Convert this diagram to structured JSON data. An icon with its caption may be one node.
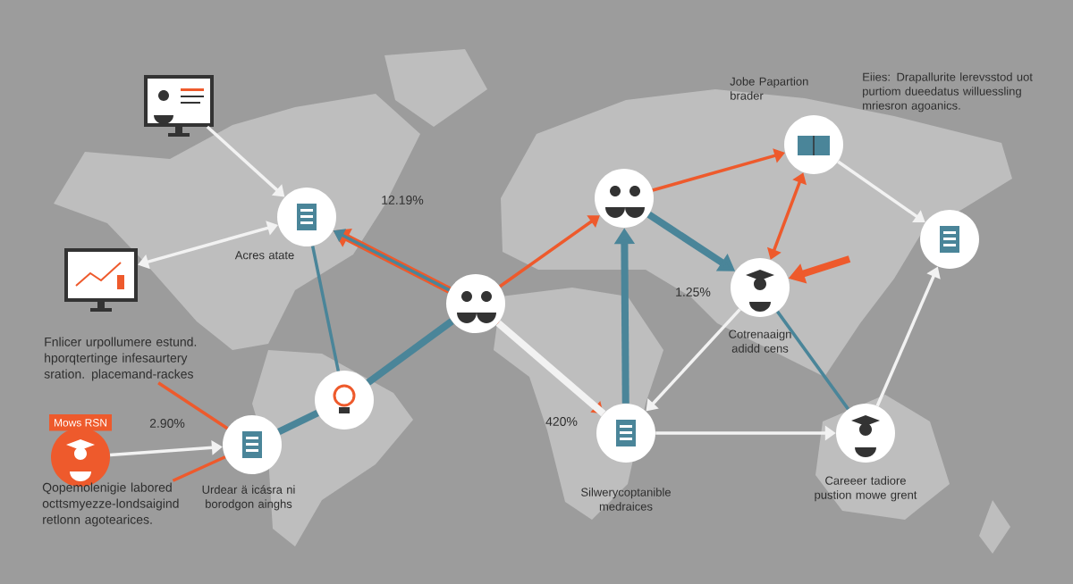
{
  "diagram": {
    "nodes": [
      {
        "text": [],
        "shape": "picture"
      },
      {
        "text": [],
        "shape": "circle",
        "beside": [
          "Acres atate"
        ]
      },
      {
        "text": [],
        "shape": "picture"
      },
      {
        "text": [],
        "shape": "circle"
      },
      {
        "text": [],
        "shape": "circle"
      },
      {
        "text": [],
        "shape": "circle"
      },
      {
        "text": [],
        "shape": "circle"
      },
      {
        "text": [],
        "shape": "circle",
        "beside": [
          "Cotrenaaign adidd cens"
        ]
      },
      {
        "text": [],
        "shape": "circle"
      },
      {
        "text": [],
        "shape": "circle",
        "beside": [
          "Urdear ä icásra ni borodgon ainghs"
        ]
      },
      {
        "text": [
          "Mows RSN"
        ]
      },
      {
        "text": [],
        "shape": "circle",
        "beside": [
          "Silwerycoptanible medraices"
        ]
      },
      {
        "text": [],
        "shape": "circle",
        "beside": [
          "Careeer tadiore pustion mowe grent"
        ]
      },
      {
        "text": [
          "Fnlicer urpollumere estund. hporqtertinge infesaurtery sration. placemand-rackes"
        ]
      },
      {
        "text": [
          "Qopemolenigie labored octtsmyezze-londsaigind retlonn agotearices."
        ]
      }
    ],
    "edges": [
      {
        "from": 0,
        "to": 1,
        "arrow": "to",
        "color": "#f2f2f2"
      },
      {
        "from": 1,
        "to": 2,
        "arrow": "both",
        "color": "#f2f2f2"
      },
      {
        "from": 3,
        "to": 1,
        "arrow": "to",
        "style": "thick",
        "color": "#ee5a2c"
      },
      {
        "from": 3,
        "to": 1,
        "arrow": "to",
        "color": "#4a8599"
      },
      {
        "from": 1,
        "to": 8,
        "arrow": "none",
        "color": "#4a8599"
      },
      {
        "from": 8,
        "to": 3,
        "arrow": "none",
        "style": "thick",
        "color": "#4a8599"
      },
      {
        "from": 3,
        "to": 4,
        "arrow": "to",
        "color": "#ee5a2c"
      },
      {
        "from": 3,
        "to": 11,
        "arrow": "to",
        "color": "#ee5a2c"
      },
      {
        "from": 3,
        "to": 11,
        "arrow": "none",
        "style": "thick",
        "color": "#f2f2f2"
      },
      {
        "from": 11,
        "to": 4,
        "arrow": "to",
        "style": "thick",
        "color": "#4a8599"
      },
      {
        "from": 4,
        "to": 7,
        "arrow": "to",
        "style": "thick",
        "color": "#4a8599"
      },
      {
        "from": 4,
        "to": 5,
        "arrow": "to",
        "color": "#ee5a2c"
      },
      {
        "from": 5,
        "to": 7,
        "arrow": "both",
        "color": "#ee5a2c"
      },
      {
        "from": 5,
        "to": 6,
        "arrow": "to",
        "color": "#f2f2f2"
      },
      {
        "from": null,
        "to": 7,
        "arrow": "to",
        "style": "thick",
        "color": "#ee5a2c"
      },
      {
        "from": 7,
        "to": 11,
        "arrow": "to",
        "color": "#f2f2f2"
      },
      {
        "from": 7,
        "to": 12,
        "arrow": "none",
        "color": "#4a8599"
      },
      {
        "from": 11,
        "to": 12,
        "arrow": "to",
        "color": "#f2f2f2"
      },
      {
        "from": 12,
        "to": 6,
        "arrow": "to",
        "color": "#f2f2f2"
      },
      {
        "from": 10,
        "to": 9,
        "arrow": "to",
        "color": "#f2f2f2"
      },
      {
        "from": 9,
        "to": 8,
        "arrow": "none",
        "style": "thick",
        "color": "#4a8599"
      },
      {
        "from": 13,
        "to": 9,
        "arrow": "none",
        "color": "#ee5a2c"
      },
      {
        "from": 14,
        "to": 9,
        "arrow": "none",
        "color": "#ee5a2c"
      }
    ],
    "labels": [
      "Jobe Papartion brader",
      "Eiies: Drapallurite lerevsstod uot purtiom dueedatus willuessling mriesron agoanics.",
      "12.19%",
      "1.25%",
      "2.90%",
      "420%"
    ]
  }
}
